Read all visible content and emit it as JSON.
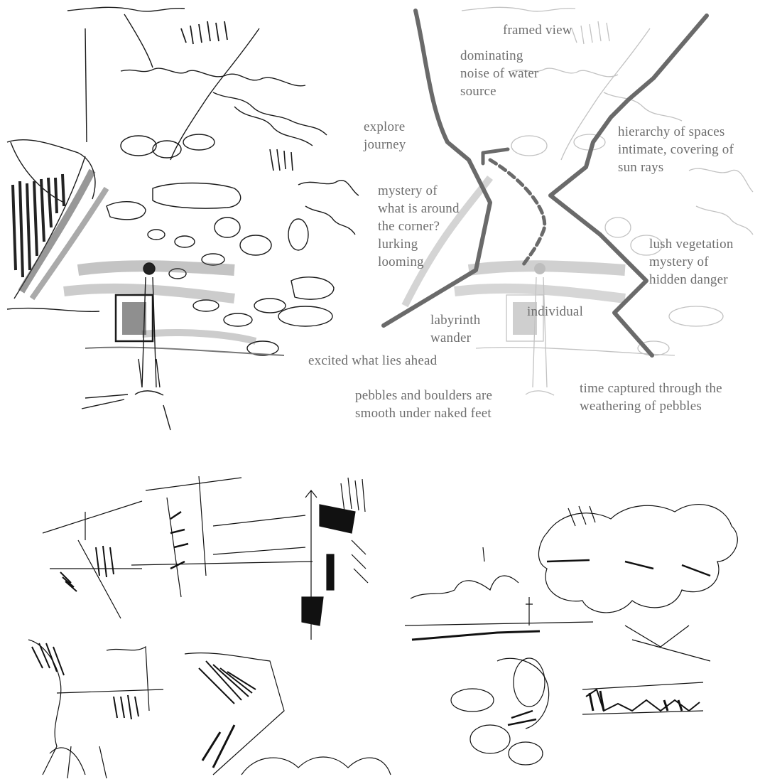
{
  "colors": {
    "ink": "#1a1a1a",
    "faded_ink": "#b8b8b8",
    "annotation_text": "#6e6e6e",
    "path_line": "#6a6a6a"
  },
  "annotations": {
    "framed_view": "framed view",
    "dominating_noise": "dominating\nnoise of water\nsource",
    "explore_journey": "explore\njourney",
    "hierarchy_of_spaces": "hierarchy of spaces\nintimate, covering of\nsun rays",
    "mystery_corner": "mystery of\nwhat is around\nthe corner?\nlurking\nlooming",
    "lush_vegetation": "lush vegetation\nmystery of\nhidden danger",
    "labyrinth": "labyrinth\nwander",
    "individual": "individual",
    "excited": "excited what lies ahead",
    "pebbles_boulders": "pebbles and boulders are\nsmooth under naked feet",
    "time_captured": "time captured through the\nweathering of pebbles"
  }
}
